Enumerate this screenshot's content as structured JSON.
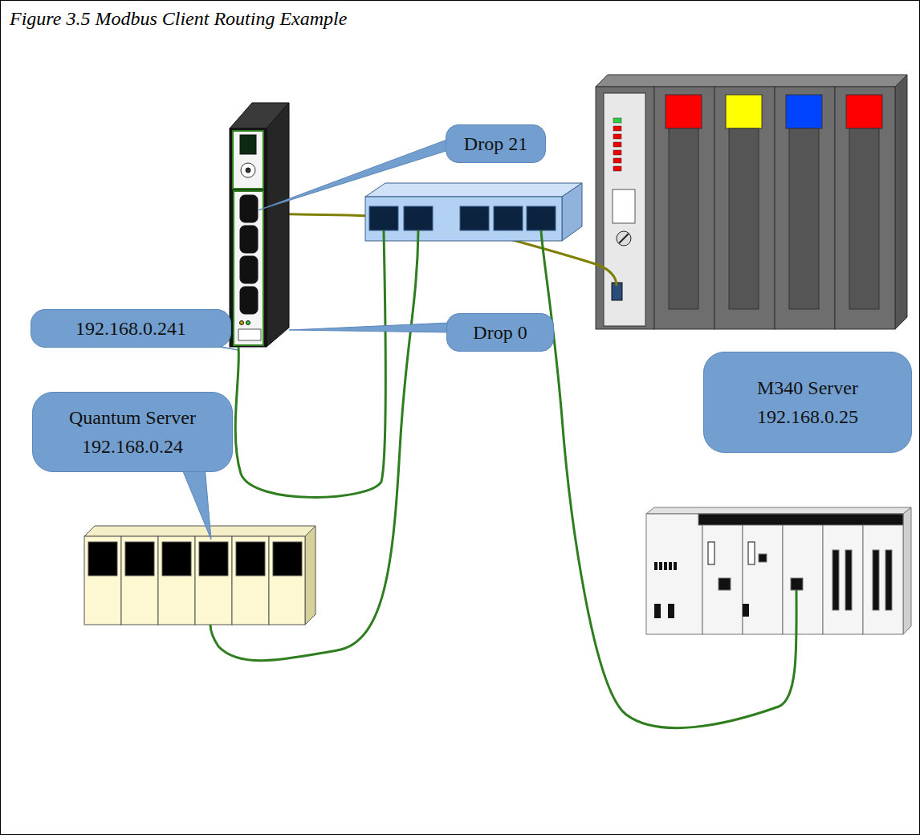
{
  "diagram": {
    "title": "Figure 3.5 Modbus Client Routing Example",
    "nodes": [
      {
        "text": [
          "Drop 21"
        ]
      },
      {
        "text": [
          "192.168.0.241"
        ]
      },
      {
        "text": [
          "Drop 0"
        ]
      },
      {
        "text": [
          "Quantum Server 192.168.0.24"
        ]
      },
      {
        "text": [
          "M340 Server 192.168.0.25"
        ]
      }
    ],
    "edges": []
  }
}
